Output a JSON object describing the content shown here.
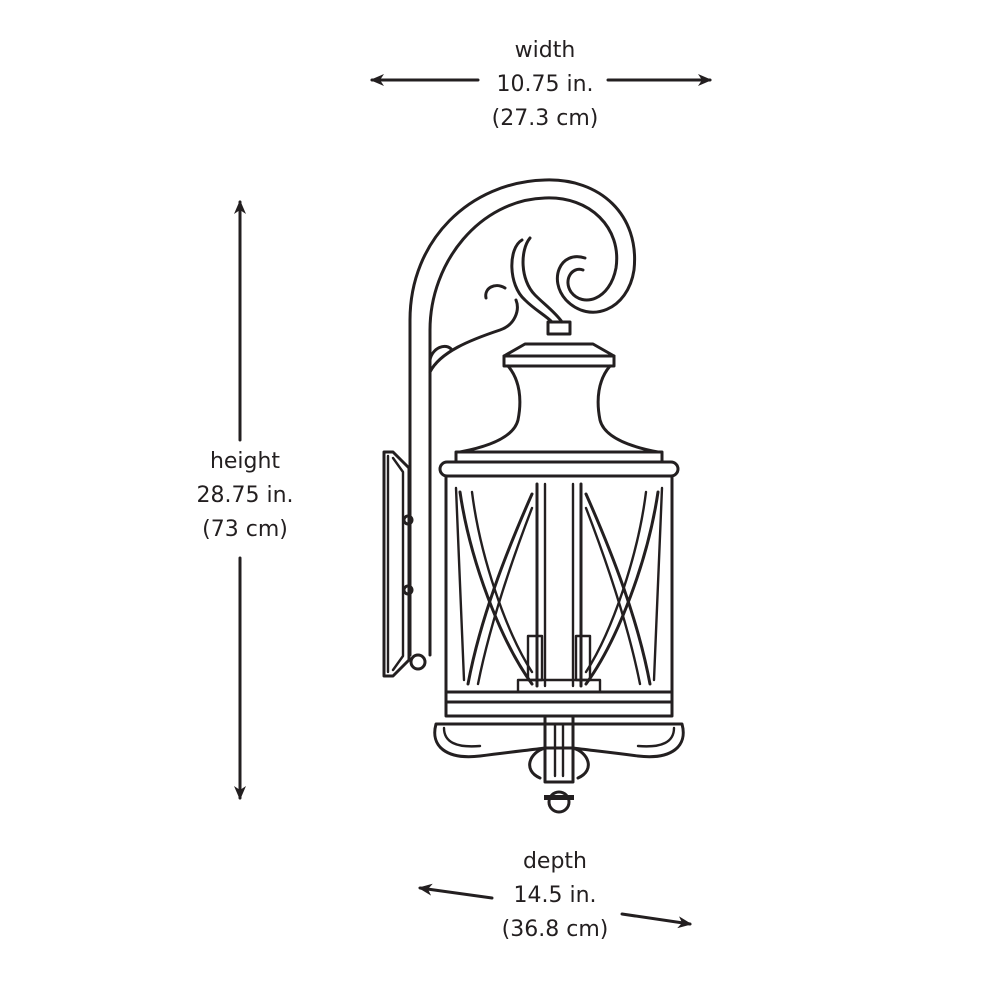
{
  "dimensions": {
    "width": {
      "label": "width",
      "imperial": "10.75 in.",
      "metric": "(27.3 cm)"
    },
    "height": {
      "label": "height",
      "imperial": "28.75 in.",
      "metric": "(73 cm)"
    },
    "depth": {
      "label": "depth",
      "imperial": "14.5 in.",
      "metric": "(36.8 cm)"
    }
  },
  "colors": {
    "line": "#231f20",
    "background": "#ffffff"
  }
}
